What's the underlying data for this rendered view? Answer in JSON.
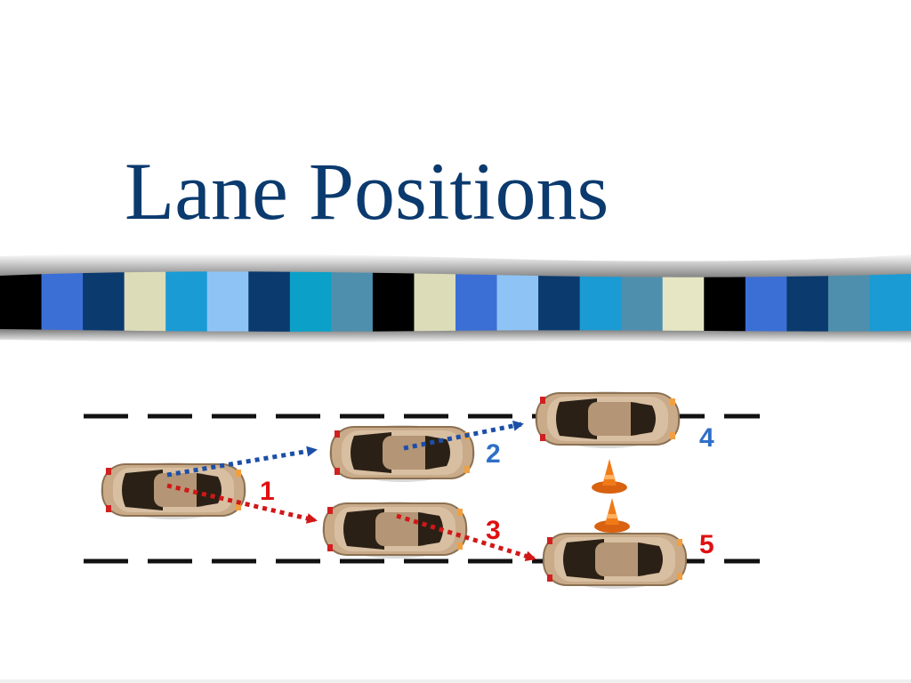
{
  "slide": {
    "title": "Lane Positions"
  },
  "banner": {
    "stripe_colors": [
      "#000000",
      "#3b6fd6",
      "#0b3a6e",
      "#dcdcb8",
      "#1a9bd4",
      "#8ec4f5",
      "#0b3a6e",
      "#0aa0c8",
      "#4f8fae",
      "#000000",
      "#dcdcb8",
      "#3b6fd6",
      "#8ec4f5",
      "#0b3a6e",
      "#1a9bd4",
      "#4f8fae",
      "#e6e6c4",
      "#000000",
      "#3b6fd6",
      "#0b3a6e",
      "#4f8fae",
      "#1a9bd4"
    ]
  },
  "diagram": {
    "colors": {
      "blue": "#1c4fa8",
      "red": "#d01818",
      "label_blue": "#2f6fc8",
      "label_red": "#e01010",
      "cone": "#f07a18",
      "car_body": "#c9ab8a",
      "car_glass": "#2a2016"
    },
    "labels": {
      "one": "1",
      "two": "2",
      "three": "3",
      "four": "4",
      "five": "5"
    },
    "icons": [
      "car-icon",
      "traffic-cone-icon"
    ]
  }
}
